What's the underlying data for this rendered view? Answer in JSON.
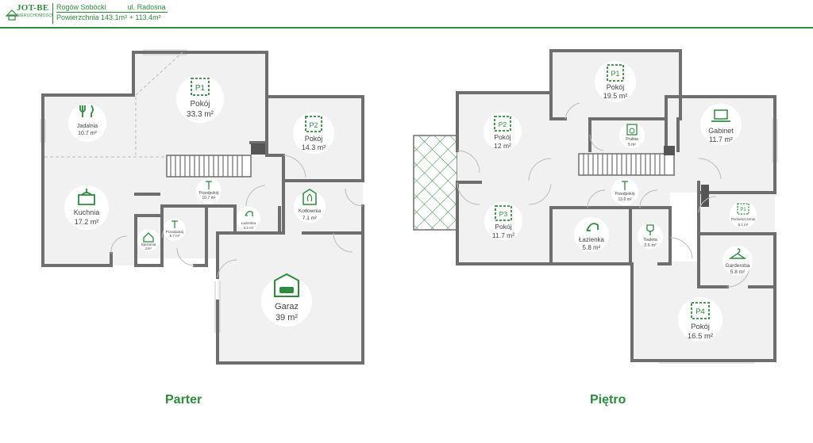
{
  "header": {
    "brand": "JOT-BE",
    "brand_sub": "NIERUCHOMOŚCI",
    "location_town": "Rogów Sobócki",
    "location_street": "ul. Radosna",
    "area_label": "Powierzchnia",
    "area_value": "143.1m² + 113.4m²"
  },
  "floors": {
    "ground": {
      "title": "Parter",
      "rooms": {
        "p1": {
          "badge": "P1",
          "name": "Pokój",
          "area": "33.3 m²"
        },
        "p2": {
          "badge": "P2",
          "name": "Pokój",
          "area": "14.3 m²"
        },
        "jadalnia": {
          "name": "Jadalnia",
          "area": "10.7 m²"
        },
        "kuchnia": {
          "name": "Kuchnia",
          "area": "17.2 m²"
        },
        "spizarnia": {
          "name": "Spiżarnia",
          "area": "2m²"
        },
        "przedpokoj1": {
          "name": "Przedpokój",
          "area": "5.7 m²"
        },
        "przedpokoj2": {
          "name": "Przedpokój",
          "area": "10.7 m²"
        },
        "lazienka": {
          "name": "Łazienka",
          "area": "3.2 m²"
        },
        "kotlownia": {
          "name": "Kotłownia",
          "area": "7.1 m²"
        },
        "garaz": {
          "name": "Garaz",
          "area": "39 m²"
        }
      }
    },
    "upper": {
      "title": "Piętro",
      "rooms": {
        "p1": {
          "badge": "P1",
          "name": "Pokój",
          "area": "19.5 m²"
        },
        "p2": {
          "badge": "P2",
          "name": "Pokój",
          "area": "12 m²"
        },
        "p3": {
          "badge": "P3",
          "name": "Pokój",
          "area": "11.7 m²"
        },
        "p4": {
          "badge": "P4",
          "name": "Pokój",
          "area": "16.5 m²"
        },
        "pralnia": {
          "name": "Pralnia",
          "area": "5 m²"
        },
        "gabinet": {
          "name": "Gabinet",
          "area": "11.7 m²"
        },
        "przedpokoj": {
          "name": "Przedpokój",
          "area": "13.6 m²"
        },
        "lazienka": {
          "name": "Łazienka",
          "area": "5.8 m²"
        },
        "toaleta": {
          "name": "Toaleta",
          "area": "2.6 m²"
        },
        "pomieszczenie": {
          "badge": "P1",
          "name": "Pomieszczenie",
          "area": "5.1 m²"
        },
        "garderoba": {
          "name": "Garderoba",
          "area": "5.8 m²"
        }
      }
    }
  },
  "colors": {
    "accent": "#2e8b3d",
    "wall": "#6e6e6e",
    "floor": "#f1f1f1"
  }
}
